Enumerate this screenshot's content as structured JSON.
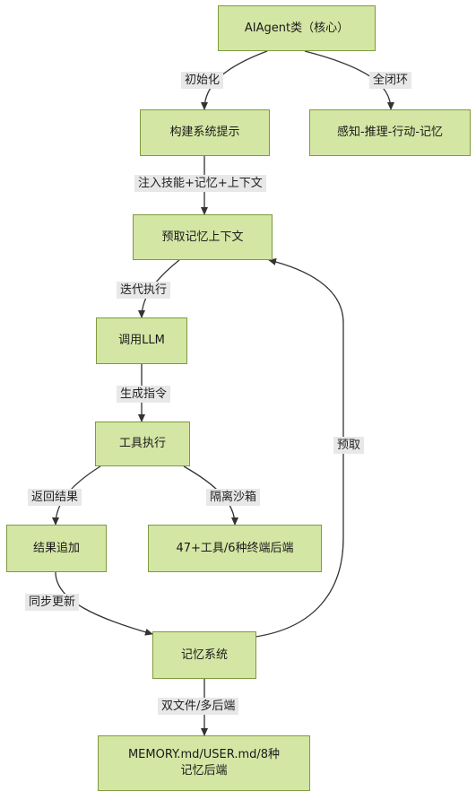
{
  "nodes": {
    "aiagent": "AIAgent类（核心）",
    "build_prompt": "构建系统提示",
    "loop": "感知-推理-行动-记忆",
    "prefetch": "预取记忆上下文",
    "call_llm": "调用LLM",
    "tool_exec": "工具执行",
    "result_append": "结果追加",
    "tools_backend": "47+工具/6种终端后端",
    "memory_system": "记忆系统",
    "memory_backend_line1": "MEMORY.md/USER.md/8种",
    "memory_backend_line2": "记忆后端"
  },
  "edges": {
    "init": "初始化",
    "closed_loop": "全闭环",
    "inject": "注入技能+记忆+上下文",
    "iterate": "迭代执行",
    "gen_cmd": "生成指令",
    "return_result": "返回结果",
    "sandbox": "隔离沙箱",
    "sync_update": "同步更新",
    "prefetch_back": "预取",
    "dual_file": "双文件/多后端"
  },
  "colors": {
    "node_fill": "#d4e6a4",
    "node_border": "#7f9a3e",
    "edge": "#333333",
    "label_bg": "#e8e8e8"
  }
}
